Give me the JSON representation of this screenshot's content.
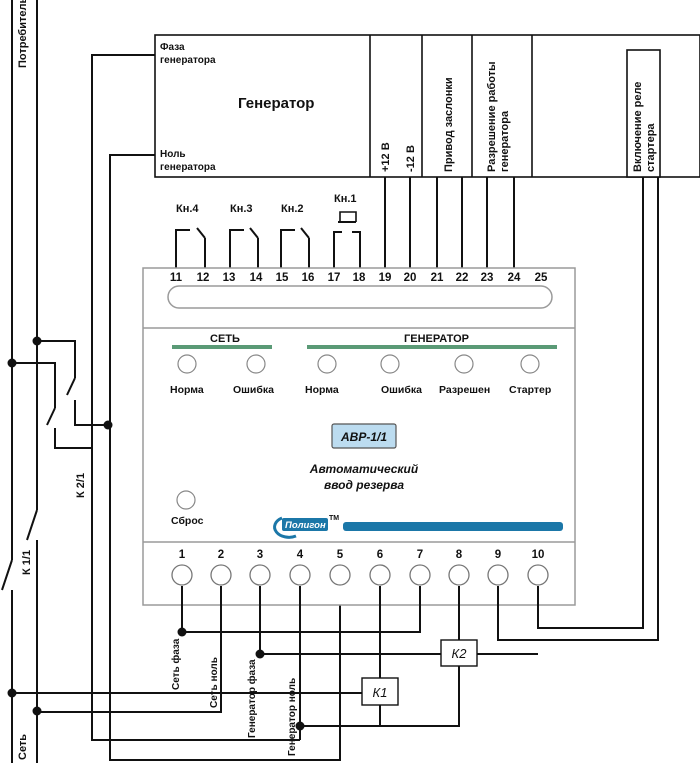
{
  "left_labels": {
    "consumer": "Потребитель",
    "network": "Сеть",
    "k11": "К 1/1",
    "k21": "К 2/1"
  },
  "generator_block": {
    "title": "Генератор",
    "phase_line1": "Фаза",
    "phase_line2": "генератора",
    "zero_line1": "Ноль",
    "zero_line2": "генератора",
    "plus12": "+12 В",
    "minus12": "-12 В",
    "damper": "Привод заслонки",
    "allow_line1": "Разрешение работы",
    "allow_line2": "генератора",
    "starter_line1": "Включение реле",
    "starter_line2": "стартера"
  },
  "buttons": [
    "Кн.4",
    "Кн.3",
    "Кн.2",
    "Кн.1"
  ],
  "top_terminals": [
    "11",
    "12",
    "13",
    "14",
    "15",
    "16",
    "17",
    "18",
    "19",
    "20",
    "21",
    "22",
    "23",
    "24",
    "25"
  ],
  "bottom_terminals": [
    "1",
    "2",
    "3",
    "4",
    "5",
    "6",
    "7",
    "8",
    "9",
    "10"
  ],
  "panel": {
    "net_header": "СЕТЬ",
    "gen_header": "ГЕНЕРАТОР",
    "net_leds": [
      "Норма",
      "Ошибка"
    ],
    "gen_leds": [
      "Норма",
      "Ошибка",
      "Разрешен",
      "Стартер"
    ],
    "model": "АВР-1/1",
    "desc_line1": "Автоматический",
    "desc_line2": "ввод резерва",
    "reset": "Сброс",
    "brand": "Полигон",
    "tm": "TM"
  },
  "bottom_wire_labels": [
    "Сеть фаза",
    "Сеть ноль",
    "Генератор фаза",
    "Генератор ноль"
  ],
  "relays": [
    "К1",
    "К2"
  ],
  "colors": {
    "net_bar": "#5a9a76",
    "gen_bar": "#5a9a76",
    "model_bg": "#bcdcf0",
    "brand_bar": "#1b77a8",
    "device_border": "#9a9a9a"
  }
}
